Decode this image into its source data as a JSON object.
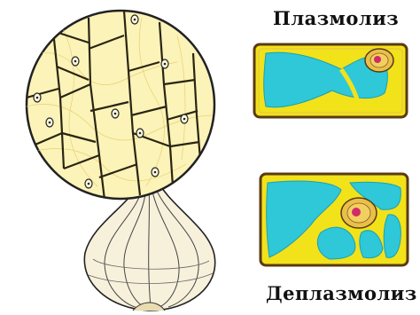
{
  "labels": {
    "plasmolysis": "Плазмолиз",
    "deplasmolysis": "Деплазмолиз"
  },
  "figures": [
    {
      "name": "magnified-onion-epidermis",
      "depicts": "onion epidermal cells under magnification"
    },
    {
      "name": "onion-bulb",
      "depicts": "cut onion bulb"
    },
    {
      "name": "plasmolysed-cell",
      "depicts": "cell with shrunken cytoplasm"
    },
    {
      "name": "deplasmolysed-cell",
      "depicts": "cell with restored cytoplasm"
    }
  ],
  "colors": {
    "cell_wall": "#5a3a12",
    "cytoplasm": "#f2e21a",
    "vacuole": "#2ec8d8",
    "nucleus": "#e8c04a",
    "nucleolus": "#d12a6a",
    "outline": "#222222",
    "tissue_fill": "#fbf3b8"
  }
}
